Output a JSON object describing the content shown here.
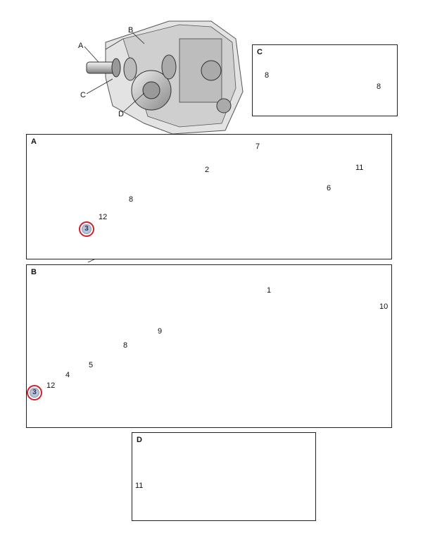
{
  "overview": {
    "labels": {
      "A": "A",
      "B": "B",
      "C": "C",
      "D": "D"
    }
  },
  "panels": {
    "C": {
      "title": "C",
      "parts": [
        "8",
        "8"
      ]
    },
    "A": {
      "title": "A",
      "parts": [
        "3",
        "12",
        "8",
        "2",
        "7",
        "6",
        "11"
      ]
    },
    "B": {
      "title": "B",
      "parts": [
        "3",
        "12",
        "4",
        "5",
        "8",
        "9",
        "1",
        "10"
      ]
    },
    "D": {
      "title": "D",
      "parts": [
        "11"
      ]
    }
  },
  "highlight": {
    "part": "3",
    "color": "#d0202a"
  }
}
